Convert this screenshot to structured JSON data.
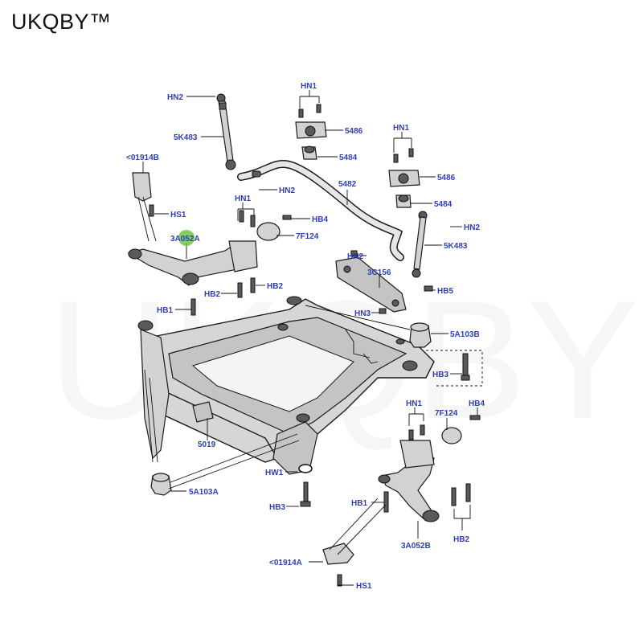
{
  "brand": "UKQBY™",
  "watermark": "UKQBY™",
  "labels": {
    "hn2_top": "HN2",
    "fk483_top": "5K483",
    "hn1_top": "HN1",
    "p5486_a": "5486",
    "p5484_a": "5484",
    "hn1_right": "HN1",
    "p5486_b": "5486",
    "p5484_b": "5484",
    "p5482": "5482",
    "hn2_mid": "HN2",
    "hn2_right": "HN2",
    "fk483_right": "5K483",
    "bracket_01914b": "<01914B",
    "hs1_top": "HS1",
    "hn1_left": "HN1",
    "hb4_top": "HB4",
    "f7124_top": "7F124",
    "a052a": "3A052A",
    "hb2_left": "HB2",
    "hb2_mid": "HB2",
    "hb1_left": "HB1",
    "hn2_plate": "HN2",
    "c156": "3C156",
    "hb5": "HB5",
    "hn3": "HN3",
    "a103b": "5A103B",
    "hb3_right": "HB3",
    "p5019": "5019",
    "a103a": "5A103A",
    "hw1": "HW1",
    "hb3_bottom": "HB3",
    "hn1_lower": "HN1",
    "f7124_lower": "7F124",
    "hb4_lower": "HB4",
    "hb1_lower": "HB1",
    "hb2_lower": "HB2",
    "a052b": "3A052B",
    "bracket_01914a": "<01914A",
    "hs1_bottom": "HS1"
  },
  "colors": {
    "label": "#2e3fb3",
    "highlight": "#6cc64c"
  }
}
